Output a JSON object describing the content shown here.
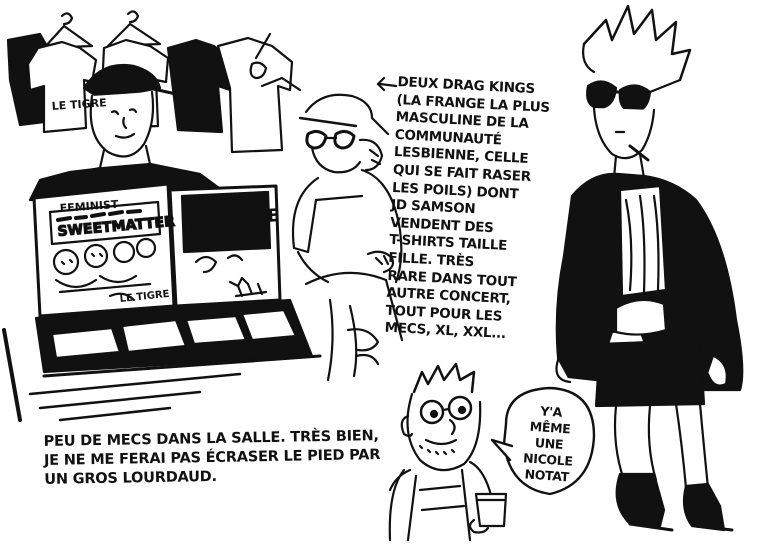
{
  "caption_bottom": {
    "lines": [
      "PEU DE MECS DANS LA SALLE. TRÈS BIEN,",
      "JE NE ME FERAI PAS ÉCRASER LE PIED PAR",
      "UN GROS LOURDAUD."
    ]
  },
  "caption_drag_kings": {
    "lines": [
      "DEUX DRAG KINGS",
      "(LA FRANGE LA PLUS",
      "MASCULINE DE LA",
      "COMMUNAUTÉ",
      "LESBIENNE, CELLE",
      "QUI SE FAIT RASER",
      "LES POILS) DONT",
      "JD SAMSON",
      "VENDENT DES",
      "T-SHIRTS TAILLE",
      "FILLE. TRÈS",
      "RARE DANS TOUT",
      "AUTRE CONCERT,",
      "TOUT POUR LES",
      "MECS, XL, XXL..."
    ]
  },
  "speech_bubble": {
    "lines": [
      "Y'A",
      "MÊME",
      "UNE",
      "NICOLE",
      "NOTAT"
    ]
  },
  "merch": {
    "shirt_text": "LE TIGRE",
    "book_left_small": "FEMINIST",
    "book_left_title": "SWEETMATTER",
    "book_right_title": "LE TIGRE",
    "book_signature": "LE TIGRE"
  },
  "colors": {
    "ink": "#111111",
    "paper": "#ffffff"
  }
}
